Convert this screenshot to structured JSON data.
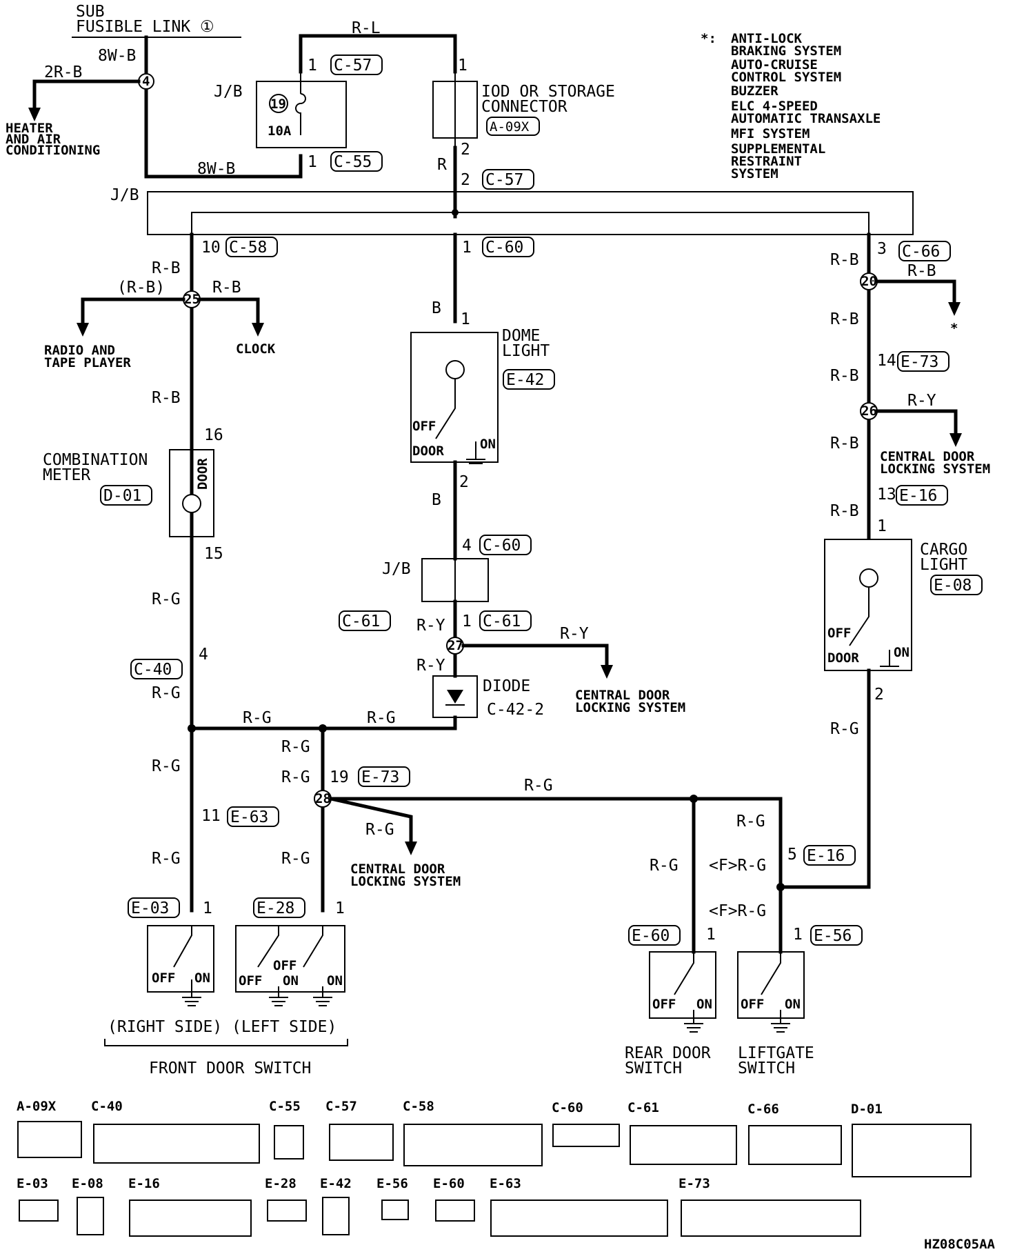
{
  "diagram_id": "HZ08C05AA",
  "notes": {
    "asterisk": "*:",
    "systems": [
      "ANTI-LOCK",
      "BRAKING SYSTEM",
      "AUTO-CRUISE",
      "CONTROL SYSTEM",
      "BUZZER",
      "ELC 4-SPEED",
      "AUTOMATIC TRANSAXLE",
      "MFI SYSTEM",
      "SUPPLEMENTAL",
      "RESTRAINT",
      "SYSTEM"
    ]
  },
  "components": {
    "sub_fusible": [
      "SUB",
      "FUSIBLE LINK ①"
    ],
    "heater": [
      "HEATER",
      "AND AIR",
      "CONDITIONING"
    ],
    "jb": "J/B",
    "fuse_no": "19",
    "fuse_amp": "10A",
    "iod": [
      "IOD OR STORAGE",
      "CONNECTOR"
    ],
    "radio": [
      "RADIO AND",
      "TAPE PLAYER"
    ],
    "clock": "CLOCK",
    "combination_meter": [
      "COMBINATION",
      "METER"
    ],
    "door": "DOOR",
    "dome_light": [
      "DOME",
      "LIGHT"
    ],
    "cargo_light": [
      "CARGO",
      "LIGHT"
    ],
    "diode": "DIODE",
    "diode_ref": "C-42-2",
    "central_door": [
      "CENTRAL DOOR",
      "LOCKING SYSTEM"
    ],
    "off": "OFF",
    "on": "ON",
    "door_sw": "DOOR",
    "right_side": "(RIGHT SIDE)",
    "left_side": "(LEFT SIDE)",
    "front_door_switch": "FRONT DOOR SWITCH",
    "rear_door_switch": [
      "REAR DOOR",
      "SWITCH"
    ],
    "liftgate_switch": [
      "LIFTGATE",
      "SWITCH"
    ],
    "down_star": "*"
  },
  "wires": {
    "b8w": "8W-B",
    "r2b": "2R-B",
    "rl": "R-L",
    "r": "R",
    "rb": "R-B",
    "rb_paren": "(R-B)",
    "b": "B",
    "rg": "R-G",
    "ry": "R-Y",
    "frg": "<F>R-G"
  },
  "pins": {
    "p1": "1",
    "p2": "2",
    "p3": "3",
    "p4": "4",
    "p10": "10",
    "p11": "11",
    "p13": "13",
    "p14": "14",
    "p15": "15",
    "p16": "16",
    "p19": "19",
    "p5": "5"
  },
  "splices": {
    "s4": "4",
    "s25": "25",
    "s20": "20",
    "s26": "26",
    "s27": "27",
    "s28": "28"
  },
  "connectors": {
    "c57": "C-57",
    "c55": "C-55",
    "a09x": "A-09X",
    "c58": "C-58",
    "c60": "C-60",
    "c66": "C-66",
    "e73": "E-73",
    "e42": "E-42",
    "e16": "E-16",
    "d01": "D-01",
    "e08": "E-08",
    "c61": "C-61",
    "c40": "C-40",
    "e63": "E-63",
    "e03": "E-03",
    "e28": "E-28",
    "e60": "E-60",
    "e56": "E-56"
  },
  "connector_faces": {
    "row1": [
      "A-09X",
      "C-40",
      "C-55",
      "C-57",
      "C-58",
      "C-60",
      "C-61",
      "C-66",
      "D-01"
    ],
    "row2": [
      "E-03",
      "E-08",
      "E-16",
      "E-28",
      "E-42",
      "E-56",
      "E-60",
      "E-63",
      "E-73"
    ]
  }
}
